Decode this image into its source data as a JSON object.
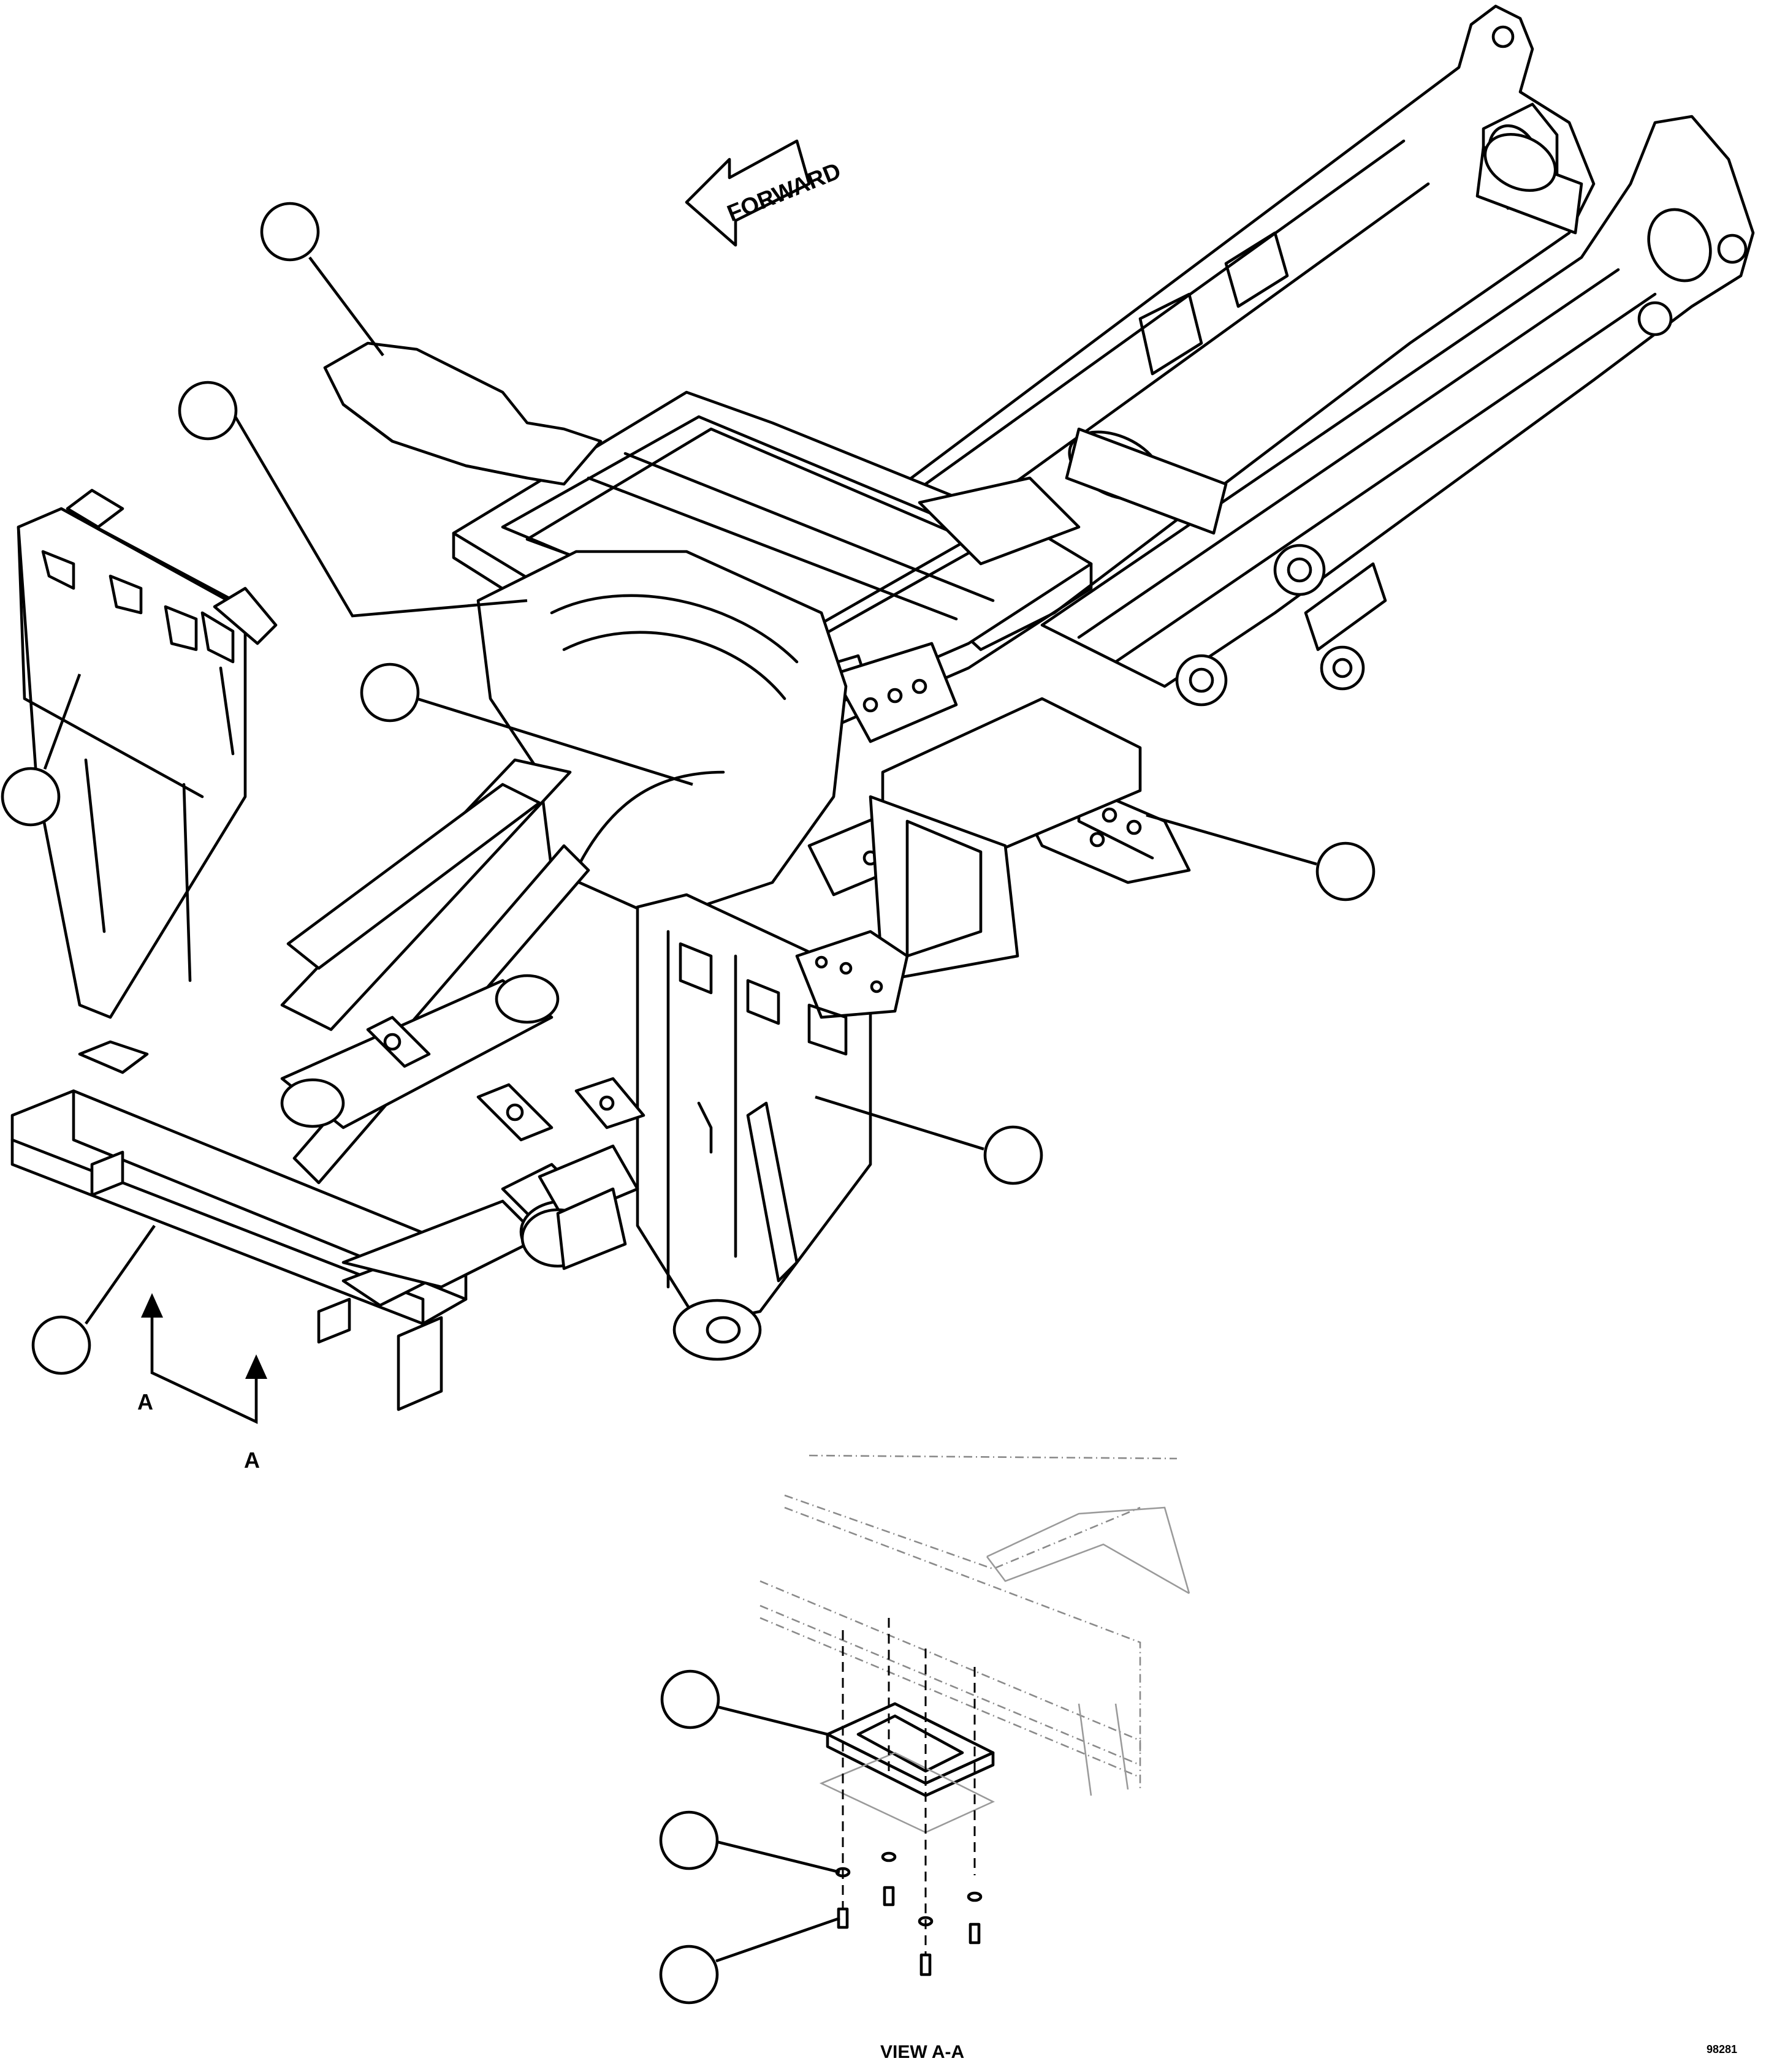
{
  "diagram": {
    "direction_label": "FORWARD",
    "section_label_1": "A",
    "section_label_2": "A",
    "view_label": "VIEW A-A",
    "drawing_number": "98281",
    "callouts": [
      {
        "id": "callout-1",
        "label": ""
      },
      {
        "id": "callout-2",
        "label": ""
      },
      {
        "id": "callout-3",
        "label": ""
      },
      {
        "id": "callout-4",
        "label": ""
      },
      {
        "id": "callout-5",
        "label": ""
      },
      {
        "id": "callout-6",
        "label": ""
      },
      {
        "id": "callout-7",
        "label": ""
      },
      {
        "id": "callout-8",
        "label": ""
      },
      {
        "id": "callout-9",
        "label": ""
      },
      {
        "id": "callout-10",
        "label": ""
      }
    ]
  }
}
